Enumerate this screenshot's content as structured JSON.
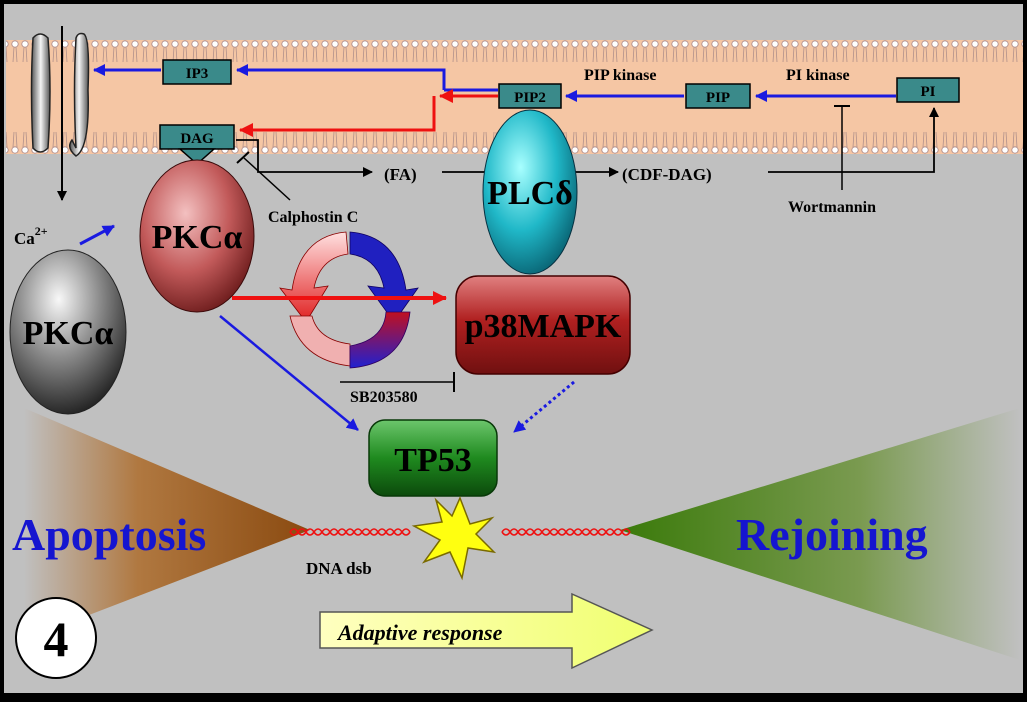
{
  "title": "",
  "membrane": {
    "boxes": {
      "ip3": "IP3",
      "pip2": "PIP2",
      "pip": "PIP",
      "pi": "PI",
      "dag": "DAG"
    },
    "enzymes": {
      "pip_kinase": "PIP kinase",
      "pi_kinase": "PI kinase"
    }
  },
  "labels": {
    "fa": "(FA)",
    "cdf_dag": "(CDF-DAG)",
    "wortmannin": "Wortmannin",
    "calphostin": "Calphostin C",
    "sb203580": "SB203580",
    "ca_base": "Ca",
    "ca_sup": "2+",
    "dna_dsb": "DNA dsb"
  },
  "proteins": {
    "pkc_active": "PKCα",
    "pkc_inactive": "PKCα",
    "plc": "PLCδ",
    "p38": "p38MAPK",
    "tp53": "TP53"
  },
  "outcomes": {
    "apoptosis": "Apoptosis",
    "rejoining": "Rejoining",
    "adaptive": "Adaptive response"
  },
  "panel_number": "4",
  "colors": {
    "background": "#c0c0c0",
    "membrane": "#f5c6a4",
    "apoptosis_text": "#1515d0",
    "rejoining_text": "#1515d0",
    "red_arrow": "#ee1111",
    "blue_arrow": "#1a1ae0"
  }
}
